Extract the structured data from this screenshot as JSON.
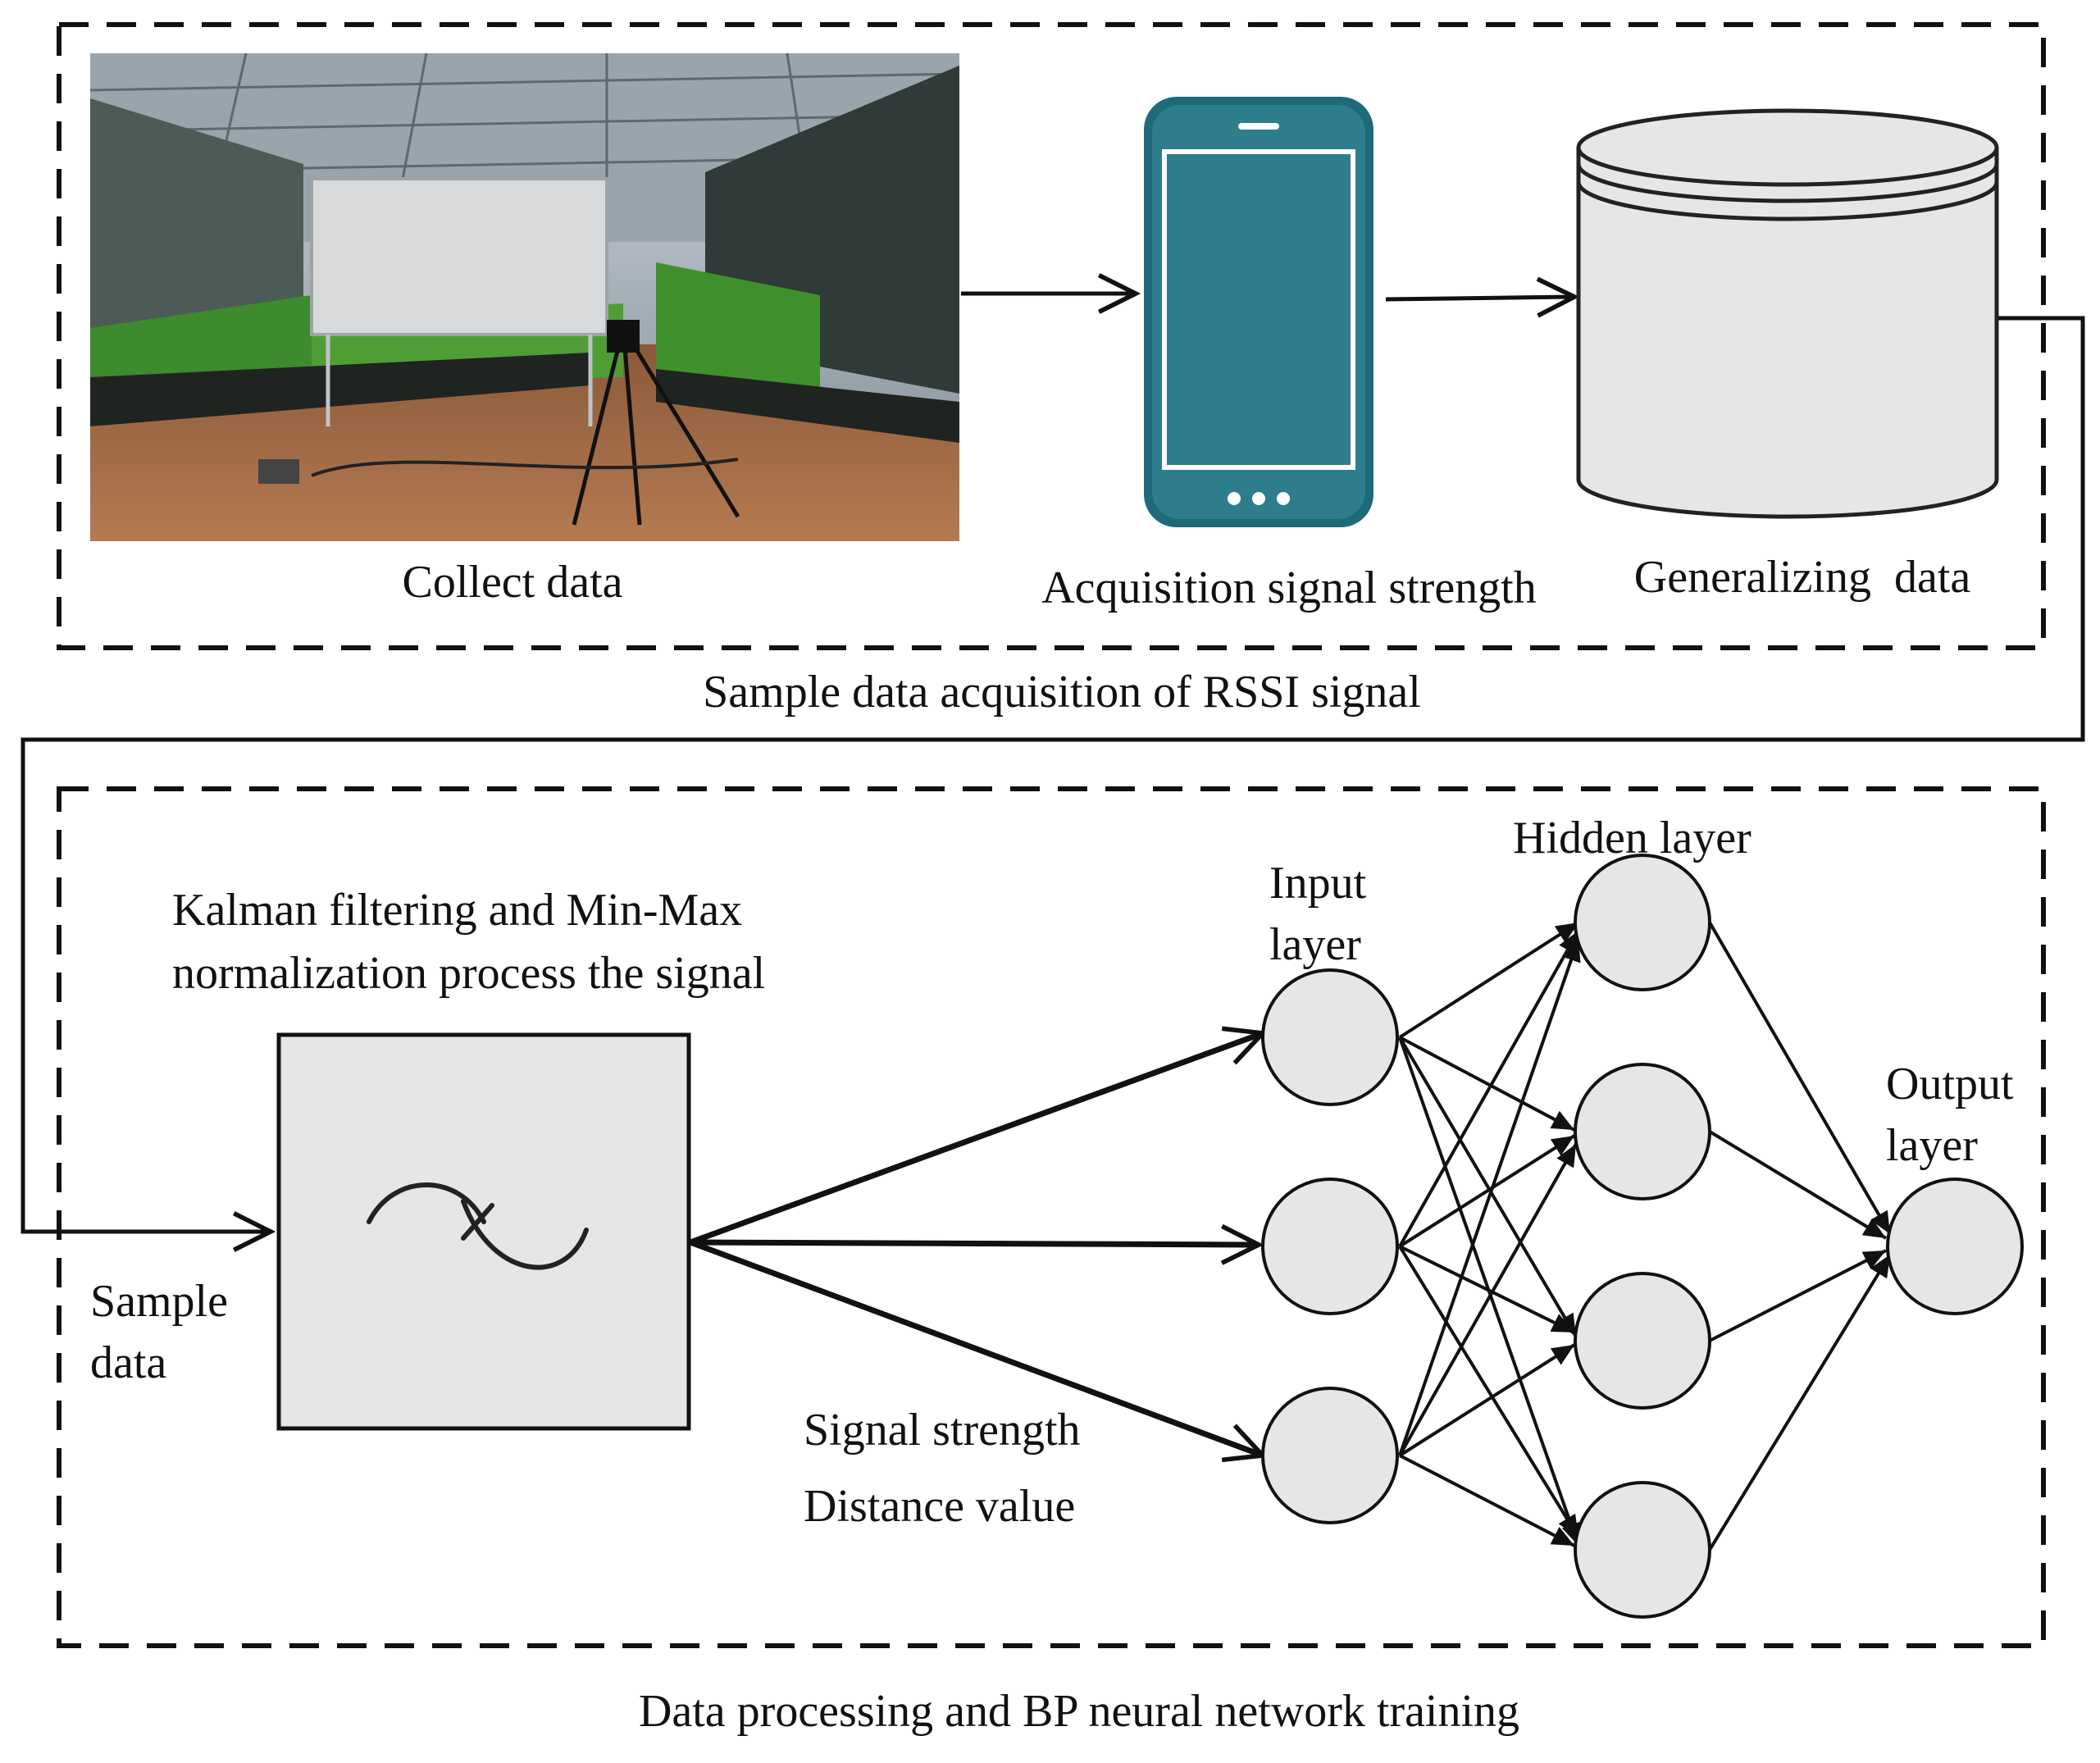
{
  "top_section": {
    "caption": "Sample data acquisition of RSSI signal",
    "collect_label": "Collect data",
    "acquisition_label": "Acquisition signal strength",
    "generalizing_label": "Generalizing  data"
  },
  "bottom_section": {
    "caption": "Data processing and BP neural network training",
    "filter_label_line1": "Kalman filtering and Min-Max",
    "filter_label_line2": "normalization process the signal",
    "sample_label_line1": "Sample",
    "sample_label_line2": "data",
    "features_line1": "Signal strength",
    "features_line2": "Distance value",
    "input_layer_line1": "Input",
    "input_layer_line2": "layer",
    "hidden_layer_label": "Hidden layer",
    "output_layer_line1": "Output",
    "output_layer_line2": "layer"
  },
  "network": {
    "input_nodes": 3,
    "hidden_nodes": 4,
    "output_nodes": 1
  },
  "colors": {
    "line": "#111111",
    "node_fill": "#e6e6e6",
    "filter_box_fill": "#e6e6e6",
    "phone_body": "#2e7d8c",
    "phone_screen": "#3a8fa0",
    "cylinder_fill": "#e6e6e6"
  },
  "icons": {
    "photo": "greenhouse-photo",
    "phone": "smartphone-icon",
    "database": "database-cylinder-icon",
    "filter": "sine-wave-icon"
  }
}
